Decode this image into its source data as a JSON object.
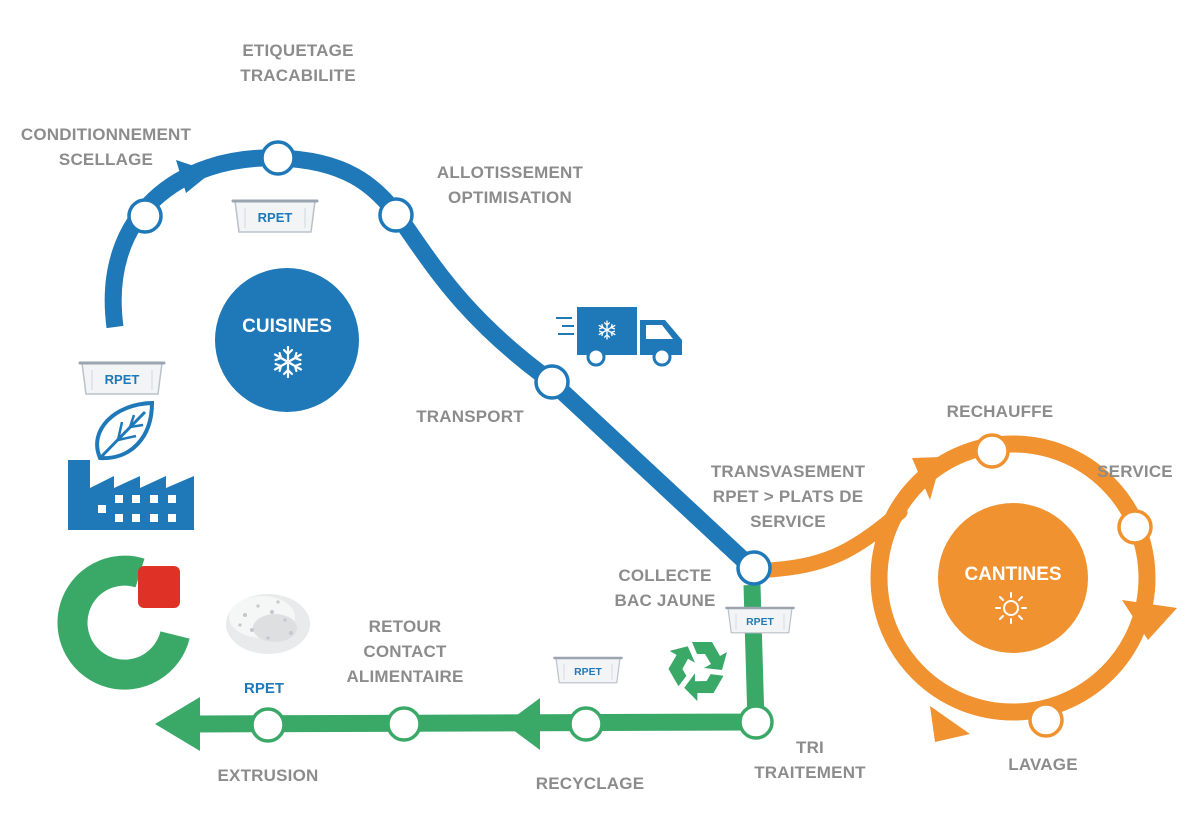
{
  "hubs": {
    "cuisines": {
      "label": "CUISINES",
      "color": "#1f78b8",
      "icon": "snowflake-icon"
    },
    "cantines": {
      "label": "CANTINES",
      "color": "#f0922f",
      "icon": "sun-icon"
    }
  },
  "steps": {
    "etiquetage": [
      "ETIQUETAGE",
      "TRACABILITE"
    ],
    "conditionnement": [
      "CONDITIONNEMENT",
      "SCELLAGE"
    ],
    "allotissement": [
      "ALLOTISSEMENT",
      "OPTIMISATION"
    ],
    "transport": [
      "TRANSPORT"
    ],
    "transvasement": [
      "TRANSVASEMENT",
      "RPET > PLATS DE",
      "SERVICE"
    ],
    "collecte": [
      "COLLECTE",
      "BAC JAUNE"
    ],
    "retour": [
      "RETOUR",
      "CONTACT",
      "ALIMENTAIRE"
    ],
    "extrusion": [
      "EXTRUSION"
    ],
    "recyclage": [
      "RECYCLAGE"
    ],
    "tri": [
      "TRI",
      "TRAITEMENT"
    ],
    "rechauffe": [
      "RECHAUFFE"
    ],
    "service": [
      "SERVICE"
    ],
    "lavage": [
      "LAVAGE"
    ]
  },
  "trays": {
    "top": "RPET",
    "left": "RPET",
    "collecte": "RPET",
    "recyclage": "RPET"
  },
  "rpet_pellets_label": "RPET",
  "colors": {
    "blue": "#1f78b8",
    "green": "#3aa968",
    "orange": "#f0922f",
    "red": "#e03127",
    "label_grey": "#8c8c8c"
  },
  "icons": [
    "truck-icon",
    "factory-icon",
    "leaf-icon",
    "recycle-icon",
    "pellets-icon",
    "logo-mark"
  ]
}
